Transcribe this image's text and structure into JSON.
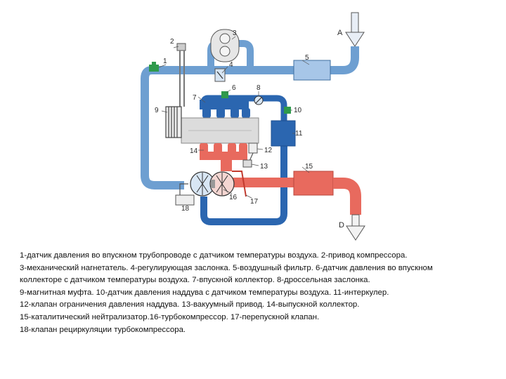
{
  "diagram": {
    "labels": {
      "l1": "1",
      "l2": "2",
      "l3": "3",
      "l4": "4",
      "l5": "5",
      "l6": "6",
      "l7": "7",
      "l8": "8",
      "l9": "9",
      "l10": "10",
      "l11": "11",
      "l12": "12",
      "l13": "13",
      "l14": "14",
      "l15": "15",
      "l16": "16",
      "l17": "17",
      "l18": "18"
    },
    "inlet_letter": "A",
    "outlet_letter": "D",
    "colors": {
      "intake": "#6e9fd1",
      "intake_dark": "#2b66b0",
      "exhaust": "#e86a5e",
      "sensor": "#2f9a4c",
      "filter": "#a7c6e8",
      "engine": "#dcdcdc"
    }
  },
  "legend": {
    "line1": "1-датчик давления во впускном трубопроводе с датчиком температуры воздуха. 2-привод компрессора.",
    "line2": "3-механический нагнетатель. 4-регулирующая заслонка. 5-воздушный фильтр. 6-датчик давления во впускном",
    "line3": "коллекторе с датчиком температуры воздуха. 7-впускной коллектор. 8-дроссельная заслонка.",
    "line4": "9-магнитная муфта. 10-датчик давления наддува с датчиком температуры воздуха. 11-интеркулер.",
    "line5": "12-клапан ограничения давления наддува. 13-вакуумный привод. 14-выпускной коллектор.",
    "line6": "15-каталитический нейтрализатор.16-турбокомпрессор. 17-перепускной клапан.",
    "line7": "18-клапан рециркуляции турбокомпрессора."
  }
}
